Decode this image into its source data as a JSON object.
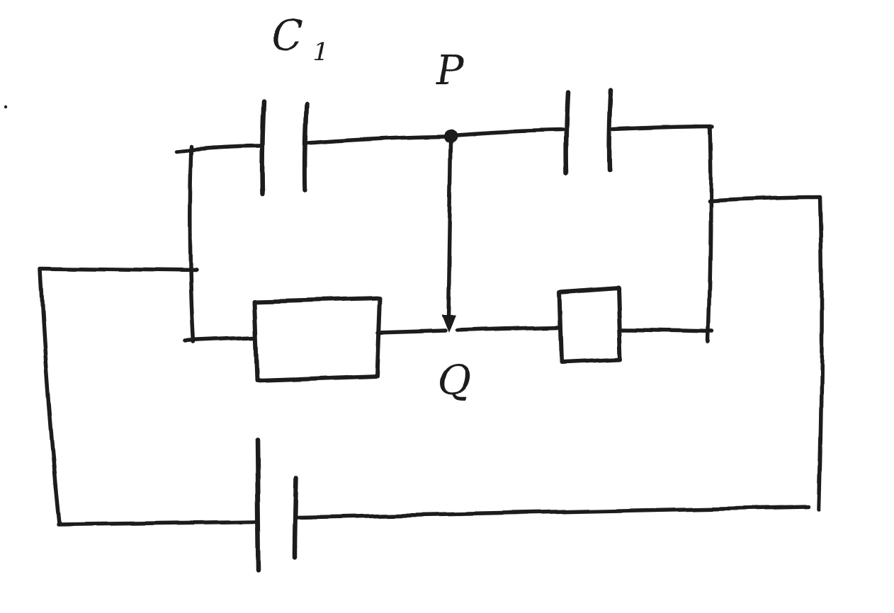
{
  "title": "Hand-drawn circuit diagram (capacitor bridge)",
  "colors": {
    "ink": "#1d1d1d",
    "background": "#ffffff"
  },
  "labels": {
    "c1_symbol": "C",
    "c1_subscript": "1",
    "node_p": "P",
    "node_q": "Q"
  },
  "components": {
    "capacitor_c1": "capacitor on top-left branch, labeled C1",
    "capacitor_top_right": "capacitor on top-right branch, unlabeled",
    "box_element_left": "rectangular box element on middle-left branch",
    "box_element_right": "rectangular box element on middle-right branch",
    "capacitor_bottom": "capacitor on bottom branch, unlabeled",
    "node_p": "filled junction dot at top center, labeled P",
    "node_q": "junction with downward arrowhead at middle center, labeled Q",
    "p_to_q_link": "vertical wire from node P down to node Q with arrowhead"
  }
}
